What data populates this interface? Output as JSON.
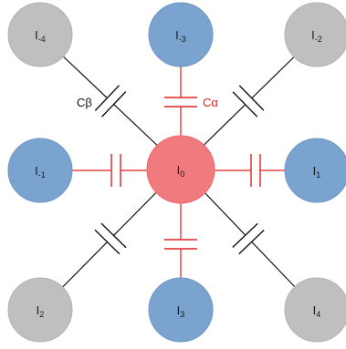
{
  "colors": {
    "center": "#f07a7e",
    "center_stroke": "#e8696f",
    "neighbor": "#7aa3d0",
    "neighbor_stroke": "#6f97c4",
    "diagonal": "#bfbfbf",
    "diagonal_stroke": "#b3b3b3",
    "wire_alpha": "#e02020",
    "wire_beta": "#111111"
  },
  "center_node": {
    "base": "I",
    "sub": "0"
  },
  "nodes": [
    {
      "id": "i-minus4",
      "base": "I",
      "sub": "-4",
      "kind": "diagonal"
    },
    {
      "id": "i-minus3",
      "base": "I",
      "sub": "-3",
      "kind": "neighbor"
    },
    {
      "id": "i-minus2",
      "base": "I",
      "sub": "-2",
      "kind": "diagonal"
    },
    {
      "id": "i-minus1",
      "base": "I",
      "sub": "-1",
      "kind": "neighbor"
    },
    {
      "id": "i-1",
      "base": "I",
      "sub": "1",
      "kind": "neighbor"
    },
    {
      "id": "i-2",
      "base": "I",
      "sub": "2",
      "kind": "diagonal"
    },
    {
      "id": "i-3",
      "base": "I",
      "sub": "3",
      "kind": "neighbor"
    },
    {
      "id": "i-4",
      "base": "I",
      "sub": "4",
      "kind": "diagonal"
    }
  ],
  "capacitor_labels": {
    "alpha": "Cα",
    "beta": "Cβ"
  }
}
